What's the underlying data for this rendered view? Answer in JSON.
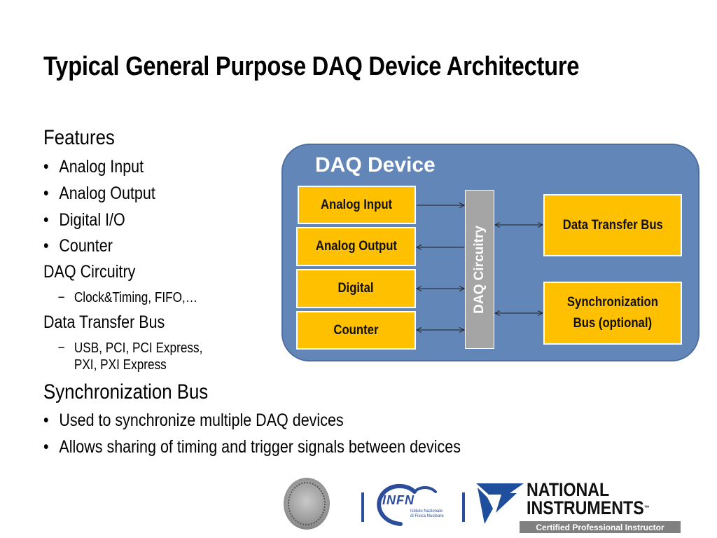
{
  "slide": {
    "title": "Typical General Purpose DAQ Device Architecture"
  },
  "content": {
    "features_heading": "Features",
    "features_items": [
      "Analog Input",
      "Analog Output",
      "Digital I/O",
      "Counter"
    ],
    "circuitry_heading": "DAQ Circuitry",
    "circuitry_items": [
      "Clock&Timing, FIFO,…"
    ],
    "bus_heading": "Data Transfer Bus",
    "bus_items": [
      "USB, PCI, PCI Express,",
      "PXI, PXI Express"
    ],
    "sync_heading": "Synchronization Bus",
    "sync_items": [
      "Used to synchronize multiple DAQ devices",
      "Allows sharing of timing and trigger signals between devices"
    ],
    "bullet_char": "•",
    "dash_char": "−"
  },
  "diagram": {
    "device_title": "DAQ Device",
    "analog_input": "Analog Input",
    "analog_output": "Analog Output",
    "digital": "Digital",
    "counter": "Counter",
    "circuitry": "DAQ Circuitry",
    "data_transfer_bus": "Data Transfer Bus",
    "sync_bus_line1": "Synchronization",
    "sync_bus_line2": "Bus (optional)",
    "colors": {
      "device": "#6286b8",
      "block": "#ffc000",
      "circuitry": "#a5a5a5"
    }
  },
  "logos": {
    "infn": "INFN",
    "infn_sub1": "Istituto Nazionale",
    "infn_sub2": "di Fisica Nucleare",
    "ni_line1": "NATIONAL",
    "ni_line2": "INSTRUMENTS",
    "ni_tm": "™",
    "ni_cert": "Certified Professional Instructor"
  }
}
